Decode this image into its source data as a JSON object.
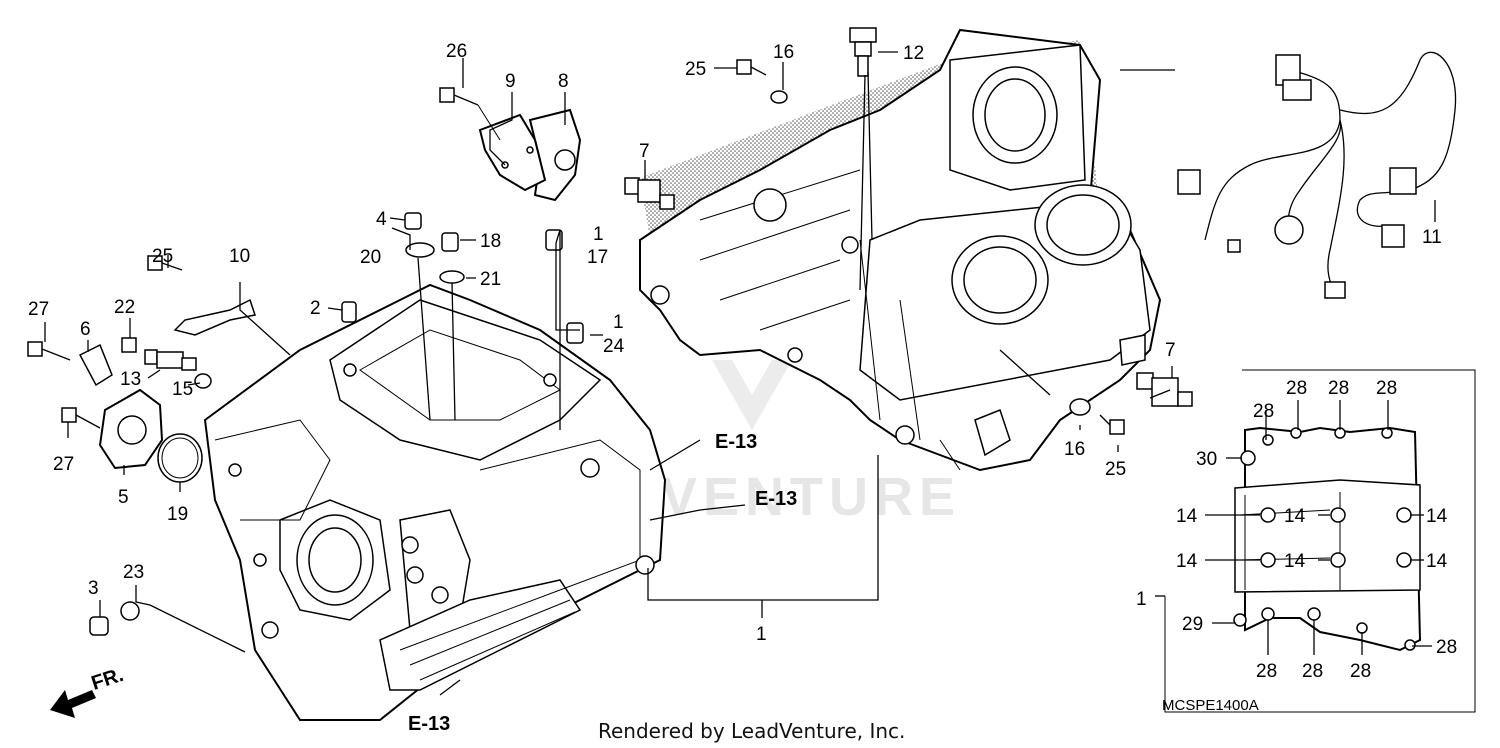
{
  "watermark": "LEADVENTURE",
  "credit": "Rendered by LeadVenture, Inc.",
  "diagram_code": "MCSPE1400A",
  "front_marker": "FR.",
  "reference": "E-13",
  "callouts": {
    "c1": "1",
    "c2": "2",
    "c3": "3",
    "c4": "4",
    "c5": "5",
    "c6": "6",
    "c7": "7",
    "c8": "8",
    "c9": "9",
    "c10": "10",
    "c11": "11",
    "c12": "12",
    "c13": "13",
    "c14": "14",
    "c15": "15",
    "c16": "16",
    "c17": "17",
    "c18": "18",
    "c19": "19",
    "c20": "20",
    "c21": "21",
    "c22": "22",
    "c23": "23",
    "c24": "24",
    "c25": "25",
    "c26": "26",
    "c27": "27",
    "c28": "28",
    "c29": "29",
    "c30": "30"
  }
}
